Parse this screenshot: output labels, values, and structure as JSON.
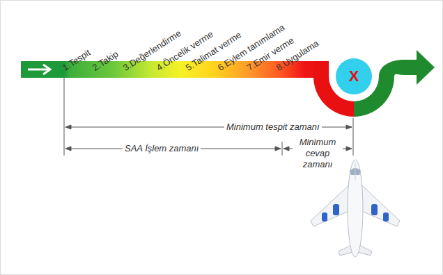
{
  "diagram": {
    "nodes": [
      {
        "text": [
          "X"
        ]
      }
    ],
    "labels": [
      "1.Tespit",
      "2.Takip",
      "3.Değerlendirme",
      "4.Öncelik verme",
      "5.Talimat verme",
      "6.Eylem tanımlama",
      "7.Emir verme",
      "8.Uygulama",
      "Minimum tespit zamanı",
      "SAA İşlem zamanı",
      "Minimum cevap zamanı"
    ]
  }
}
